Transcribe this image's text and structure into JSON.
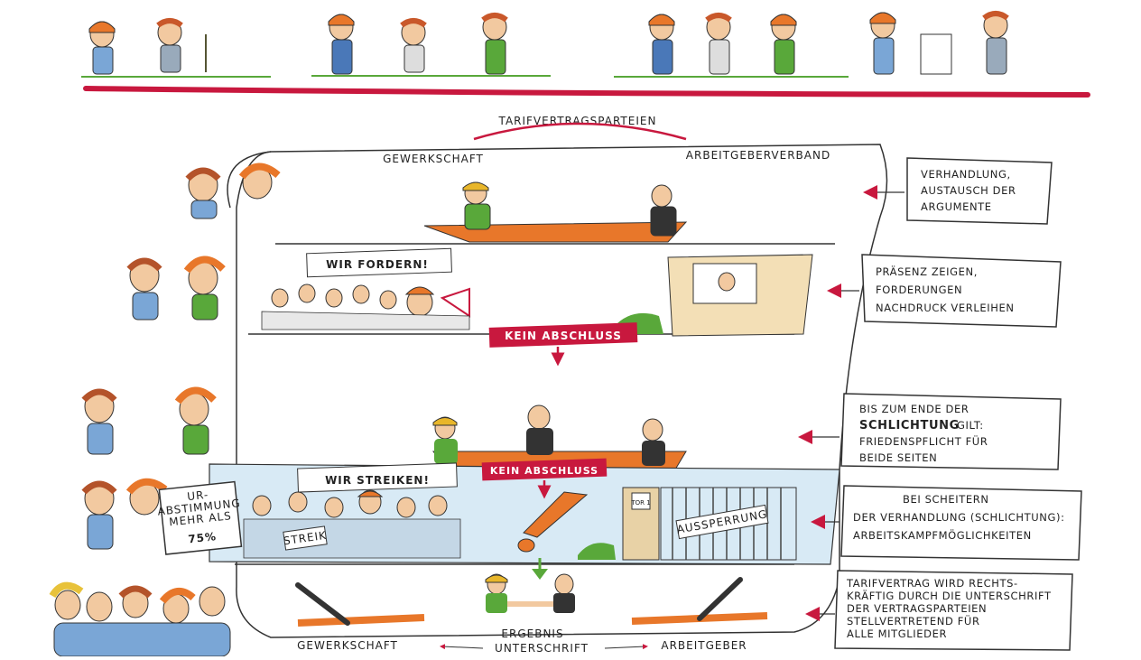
{
  "diagram": {
    "header_title": "TARIFVERTRAGSPARTEIEN",
    "parties": {
      "union": "GEWERKSCHAFT",
      "employers": "ARBEITGEBERVERBAND"
    },
    "banners": {
      "demand": "WIR FORDERN!",
      "no_deal_1": "KEIN ABSCHLUSS",
      "strike": "WIR STREIKEN!",
      "no_deal_2": "KEIN ABSCHLUSS",
      "strike_sign": "STREIK",
      "lockout": "AUSSPERRUNG",
      "gate_sign": "TOR 1"
    },
    "ballot_sign": {
      "line1": "UR-",
      "line2": "ABSTIMMUNG",
      "line3": "MEHR ALS",
      "line4": "75%"
    },
    "bottom_labels": {
      "left": "GEWERKSCHAFT",
      "center_1": "ERGEBNIS",
      "center_2": "UNTERSCHRIFT",
      "right": "ARBEITGEBER"
    },
    "notes": [
      {
        "lines": [
          "VERHANDLUNG,",
          "AUSTAUSCH DER",
          "ARGUMENTE"
        ]
      },
      {
        "lines": [
          "PRÄSENZ ZEIGEN,",
          "FORDERUNGEN",
          "NACHDRUCK VERLEIHEN"
        ]
      },
      {
        "line1": "BIS ZUM ENDE DER",
        "bold": "SCHLICHTUNG",
        "bold_tail": "GILT:",
        "lines": [
          "FRIEDENSPFLICHT FÜR",
          "BEIDE SEITEN"
        ]
      },
      {
        "lines": [
          "BEI SCHEITERN",
          "DER VERHANDLUNG (SCHLICHTUNG):",
          "ARBEITSKAMPFMÖGLICHKEITEN"
        ]
      },
      {
        "lines": [
          "TARIFVERTRAG WIRD RECHTS-",
          "KRÄFTIG DURCH DIE UNTERSCHRIFT",
          "DER VERTRAGSPARTEIEN",
          "STELLVERTRETEND FÜR",
          "ALLE MITGLIEDER"
        ]
      }
    ],
    "colors": {
      "accent_red": "#c8183e",
      "paper": "#ffffff",
      "ink": "#222222",
      "orange": "#e8772a",
      "green": "#59a83a",
      "skin": "#f2c9a0",
      "hair": "#c9582a"
    }
  }
}
